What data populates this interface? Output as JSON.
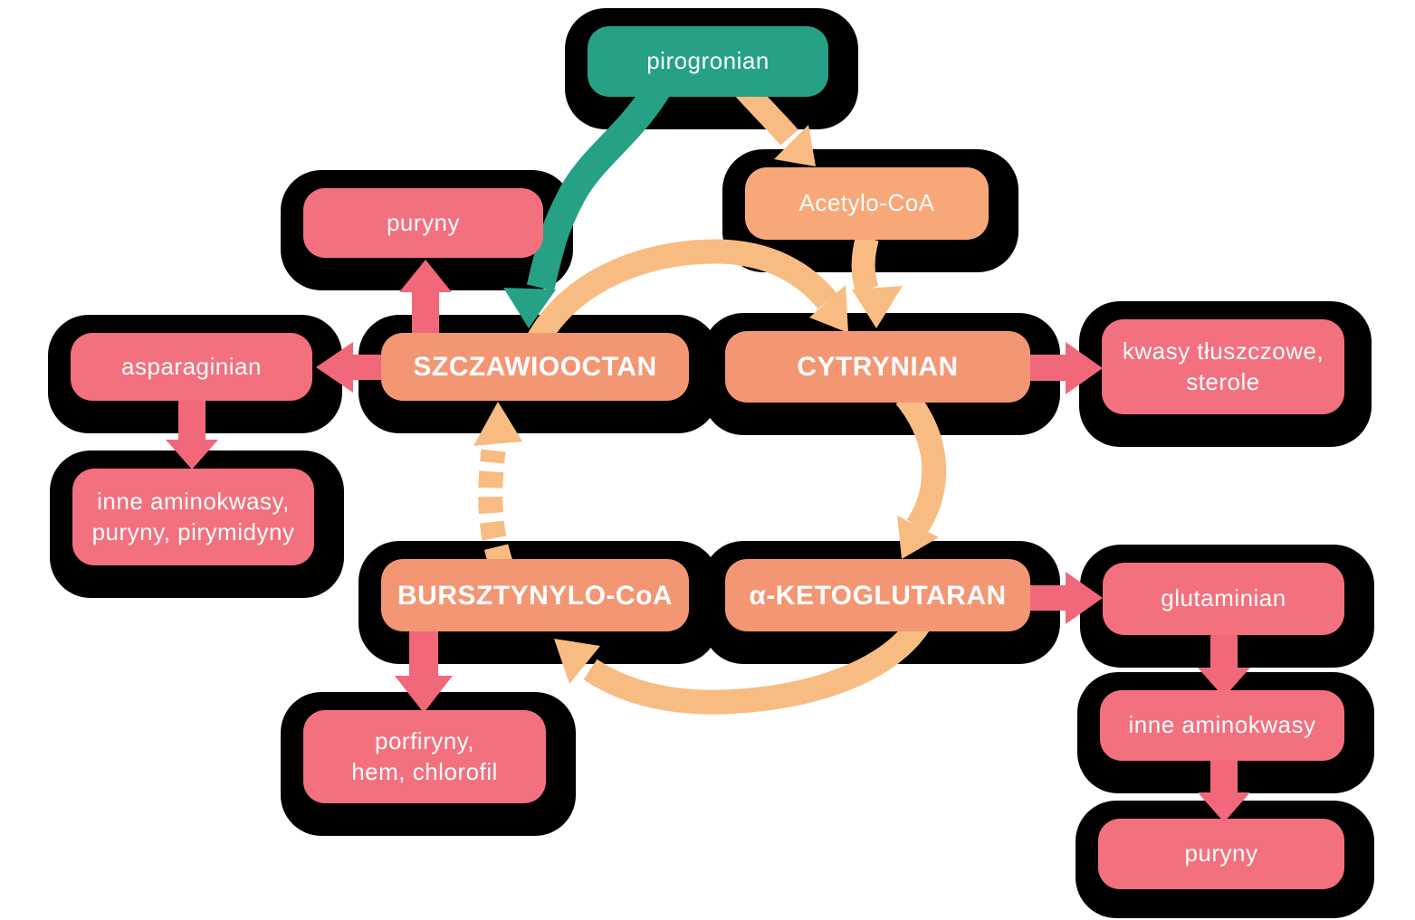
{
  "diagram": {
    "description": "Krebs cycle (cykl Krebsa) biosynthetic roles diagram, Polish labels",
    "nodes": {
      "pirogronian": "pirogronian",
      "acetylo_coa": "Acetylo-CoA",
      "puryny_top": "puryny",
      "szczawiooctan": "SZCZAWIOOCTAN",
      "cytrynian": "CYTRYNIAN",
      "asparaginian": "asparaginian",
      "inne_aminokwasy_left": "inne aminokwasy,\npuryny, pirymidyny",
      "kwasy_tluszczowe": "kwasy tłuszczowe,\nsterole",
      "bursztynylo_coa": "BURSZTYNYLO-CoA",
      "alfa_ketoglutaran": "α-KETOGLUTARAN",
      "glutaminian": "glutaminian",
      "inne_aminokwasy_right": "inne aminokwasy",
      "puryny_bottom": "puryny",
      "porfiryny": "porfiryny,\nhem, chlorofil"
    },
    "connections": [
      {
        "from": "pirogronian",
        "to": "szczawiooctan",
        "color": "teal",
        "style": "solid-curve"
      },
      {
        "from": "pirogronian",
        "to": "acetylo_coa",
        "color": "orange",
        "style": "solid-curve"
      },
      {
        "from": "acetylo_coa",
        "to": "cytrynian",
        "color": "orange",
        "style": "solid-curve"
      },
      {
        "from": "szczawiooctan",
        "to": "cytrynian",
        "color": "arc_orange",
        "style": "cycle-arc"
      },
      {
        "from": "cytrynian",
        "to": "alfa_ketoglutaran",
        "color": "arc_orange",
        "style": "cycle-arc"
      },
      {
        "from": "alfa_ketoglutaran",
        "to": "bursztynylo_coa",
        "color": "arc_orange",
        "style": "cycle-arc"
      },
      {
        "from": "bursztynylo_coa",
        "to": "szczawiooctan",
        "color": "arc_orange",
        "style": "cycle-arc-dashed"
      },
      {
        "from": "szczawiooctan",
        "to": "puryny_top",
        "color": "pink",
        "style": "straight"
      },
      {
        "from": "szczawiooctan",
        "to": "asparaginian",
        "color": "pink",
        "style": "straight"
      },
      {
        "from": "asparaginian",
        "to": "inne_aminokwasy_left",
        "color": "pink",
        "style": "straight"
      },
      {
        "from": "cytrynian",
        "to": "kwasy_tluszczowe",
        "color": "pink",
        "style": "straight"
      },
      {
        "from": "alfa_ketoglutaran",
        "to": "glutaminian",
        "color": "pink",
        "style": "straight"
      },
      {
        "from": "glutaminian",
        "to": "inne_aminokwasy_right",
        "color": "pink",
        "style": "straight"
      },
      {
        "from": "inne_aminokwasy_right",
        "to": "puryny_bottom",
        "color": "pink",
        "style": "straight"
      },
      {
        "from": "bursztynylo_coa",
        "to": "porfiryny",
        "color": "pink",
        "style": "straight"
      }
    ],
    "colors": {
      "teal": "#26a185",
      "orange_box": "#f8a878",
      "salmon_box": "#f39673",
      "pink_box": "#f3707f",
      "pink_arrow": "#f1687a",
      "arc_orange": "#f8bc82",
      "shadow": "#000000",
      "text": "#ffffff",
      "background": "#ffffff"
    }
  }
}
